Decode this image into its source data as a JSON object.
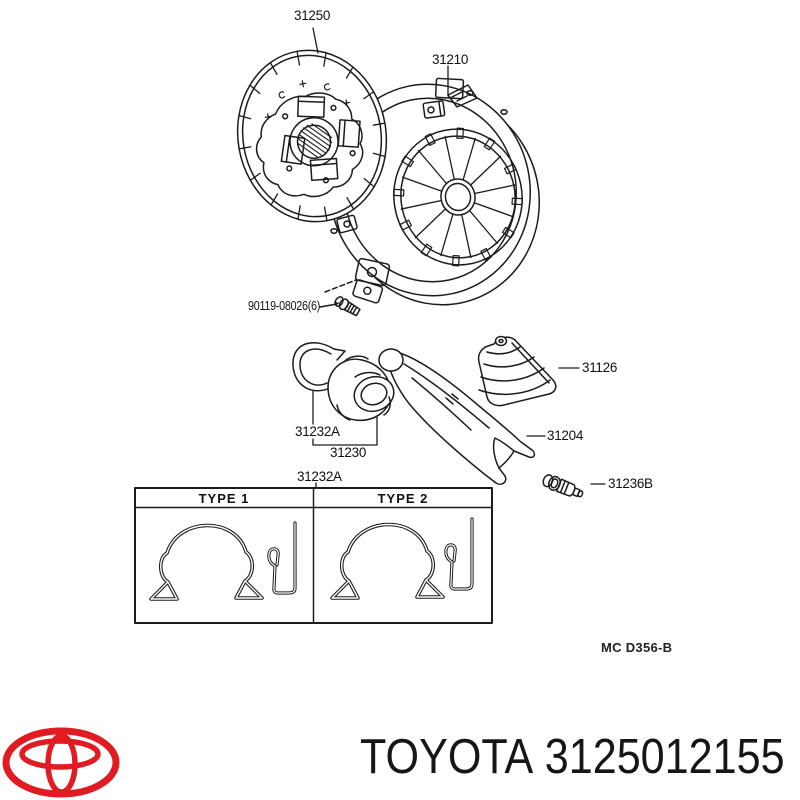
{
  "background_color": "#ffffff",
  "line_color": "#1c1c1c",
  "diagram": {
    "part_labels": {
      "clutch_disc": "31250",
      "clutch_cover": "31210",
      "cover_bolt": "90119-08026(6)",
      "bearing_clip": "31232A",
      "release_bearing": "31230",
      "fork_boot": "31126",
      "release_fork": "31204",
      "fork_support_bolt": "31236B",
      "clip_table_title": "31232A"
    },
    "clip_table": {
      "headers": [
        "TYPE 1",
        "TYPE 2"
      ]
    },
    "drawing_code": "MC D356-B"
  },
  "footer": {
    "brand": "TOYOTA",
    "part_number": "3125012155",
    "logo_color": "#e11b22"
  }
}
